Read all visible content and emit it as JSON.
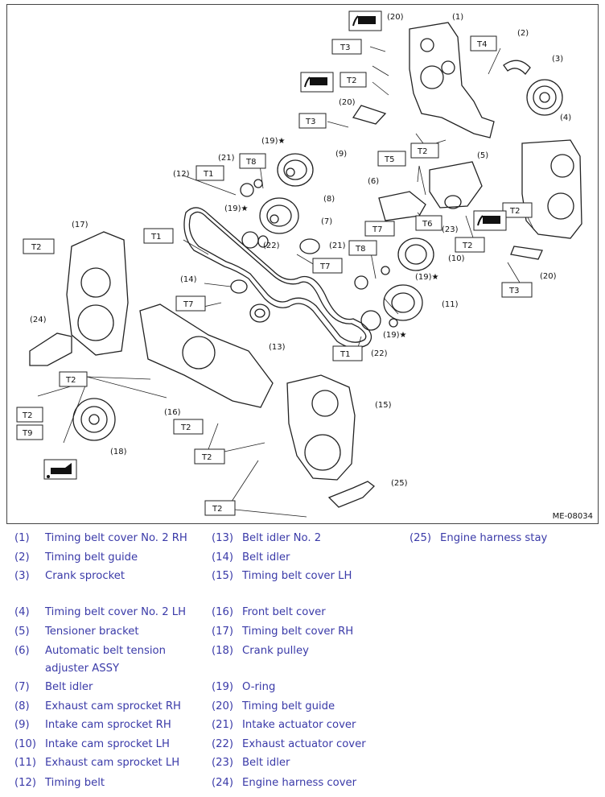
{
  "figure": {
    "id": "ME-08034",
    "callouts": [
      "(1)",
      "(2)",
      "(3)",
      "(4)",
      "(5)",
      "(6)",
      "(7)",
      "(8)",
      "(9)",
      "(10)",
      "(11)",
      "(12)",
      "(13)",
      "(14)",
      "(15)",
      "(16)",
      "(17)",
      "(18)",
      "(19)★",
      "(19)★",
      "(19)★",
      "(19)★",
      "(20)",
      "(20)",
      "(20)",
      "(21)",
      "(21)",
      "(22)",
      "(22)",
      "(23)",
      "(24)",
      "(25)"
    ],
    "torque_labels": [
      "T3",
      "T2",
      "T4",
      "T3",
      "T2",
      "T1",
      "T8",
      "T5",
      "T6",
      "T7",
      "T2",
      "T2",
      "T1",
      "T7",
      "T8",
      "T2",
      "T3",
      "T7",
      "T1",
      "T2",
      "T2",
      "T9",
      "T2",
      "T2",
      "T2"
    ]
  },
  "legend": [
    {
      "num": "(1)",
      "label": "Timing belt cover No. 2 RH"
    },
    {
      "num": "(2)",
      "label": "Timing belt guide"
    },
    {
      "num": "(3)",
      "label": "Crank sprocket"
    },
    {
      "num": "(4)",
      "label": "Timing belt cover No. 2 LH"
    },
    {
      "num": "(5)",
      "label": "Tensioner bracket"
    },
    {
      "num": "(6)",
      "label": "Automatic belt tension adjuster ASSY"
    },
    {
      "num": "(7)",
      "label": "Belt idler"
    },
    {
      "num": "(8)",
      "label": "Exhaust cam sprocket RH"
    },
    {
      "num": "(9)",
      "label": "Intake cam sprocket RH"
    },
    {
      "num": "(10)",
      "label": "Intake cam sprocket LH"
    },
    {
      "num": "(11)",
      "label": "Exhaust cam sprocket LH"
    },
    {
      "num": "(12)",
      "label": "Timing belt"
    },
    {
      "num": "(13)",
      "label": "Belt idler No. 2"
    },
    {
      "num": "(14)",
      "label": "Belt idler"
    },
    {
      "num": "(15)",
      "label": "Timing belt cover LH"
    },
    {
      "num": "(16)",
      "label": "Front belt cover"
    },
    {
      "num": "(17)",
      "label": "Timing belt cover RH"
    },
    {
      "num": "(18)",
      "label": "Crank pulley"
    },
    {
      "num": "(19)",
      "label": "O-ring"
    },
    {
      "num": "(20)",
      "label": "Timing belt guide"
    },
    {
      "num": "(21)",
      "label": "Intake actuator cover"
    },
    {
      "num": "(22)",
      "label": "Exhaust actuator cover"
    },
    {
      "num": "(23)",
      "label": "Belt idler"
    },
    {
      "num": "(24)",
      "label": "Engine harness cover"
    },
    {
      "num": "(25)",
      "label": "Engine harness stay"
    }
  ]
}
